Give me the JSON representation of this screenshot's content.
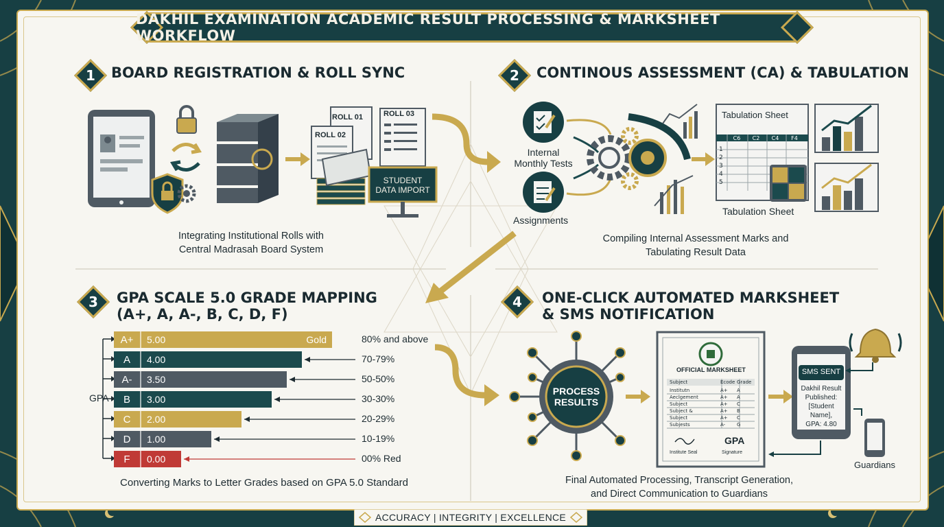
{
  "title": "DAKHIL EXAMINATION ACADEMIC RESULT PROCESSING & MARKSHEET WORKFLOW",
  "sections": [
    {
      "num": "1",
      "title": "BOARD REGISTRATION & ROLL SYNC",
      "caption_line1": "Integrating Institutional Rolls with",
      "caption_line2": "Central Madrasah Board System"
    },
    {
      "num": "2",
      "title": "CONTINOUS ASSESSMENT (CA) & TABULATION",
      "caption_line1": "Compiling Internal Assessment Marks and",
      "caption_line2": "Tabulating Result Data"
    },
    {
      "num": "3",
      "title_line1": "GPA SCALE 5.0 GRADE MAPPING",
      "title_line2": "(A+, A, A-, B, C, D, F)",
      "caption": "Converting Marks to Letter Grades based on GPA 5.0 Standard"
    },
    {
      "num": "4",
      "title_line1": "ONE-CLICK AUTOMATED MARKSHEET",
      "title_line2": "& SMS NOTIFICATION",
      "caption_line1": "Final Automated Processing, Transcript Generation,",
      "caption_line2": "and Direct Communication to Guardians"
    }
  ],
  "section1": {
    "roll_labels": [
      "ROLL 01",
      "ROLL 02",
      "ROLL 03"
    ],
    "import_sign_line1": "STUDENT",
    "import_sign_line2": "DATA IMPORT"
  },
  "section2": {
    "internal_line1": "Internal",
    "internal_line2": "Monthly Tests",
    "assignments": "Assignments",
    "tab_sheet_header": "Tabulation Sheet",
    "tab_sheet_caption": "Tabulation Sheet",
    "tab_cols": [
      "C6",
      "C2",
      "C4",
      "F4"
    ],
    "tab_rows": [
      "1",
      "2",
      "3",
      "4",
      "5"
    ]
  },
  "section3": {
    "gpa_label": "GPA",
    "gold_tag": "Gold",
    "grades": [
      {
        "letter": "A+",
        "gpa": "5.00",
        "range": "80% and above",
        "color": "#c9a94f",
        "fill": 1.0
      },
      {
        "letter": "A",
        "gpa": "4.00",
        "range": "70-79%",
        "color": "#1b4a4d",
        "fill": 0.8
      },
      {
        "letter": "A-",
        "gpa": "3.50",
        "range": "50-50%",
        "color": "#4f5a63",
        "fill": 0.7
      },
      {
        "letter": "B",
        "gpa": "3.00",
        "range": "30-30%",
        "color": "#1b4a4d",
        "fill": 0.6
      },
      {
        "letter": "C",
        "gpa": "2.00",
        "range": "20-29%",
        "color": "#c9a94f",
        "fill": 0.4
      },
      {
        "letter": "D",
        "gpa": "1.00",
        "range": "10-19%",
        "color": "#4f5a63",
        "fill": 0.2
      },
      {
        "letter": "F",
        "gpa": "0.00",
        "range": "00% Red",
        "color": "#c03a36",
        "fill": 0.0
      }
    ]
  },
  "section4": {
    "process_line1": "PROCESS",
    "process_line2": "RESULTS",
    "marksheet_title": "OFFICIAL MARKSHEET",
    "marksheet_head": [
      "Subject",
      "Ecode",
      "Grade"
    ],
    "marksheet_rows": [
      [
        "Institutn",
        "A+",
        "A"
      ],
      [
        "Aeclgement",
        "A+",
        "A"
      ],
      [
        "Subject",
        "A+",
        "C"
      ],
      [
        "Subject &",
        "A+",
        "B"
      ],
      [
        "Subject",
        "A+",
        "C"
      ],
      [
        "Subjests",
        "A-",
        "G"
      ]
    ],
    "sign_left": "Institute Seal",
    "gpa_stamp": "GPA",
    "sign_right": "Signature",
    "sms_sent": "SMS SENT",
    "sms_line1": "Dakhil Result",
    "sms_line2": "Published:",
    "sms_line3": "[Student Name],",
    "sms_line4": "GPA: 4.80",
    "guardians": "Guardians"
  },
  "footer": "ACCURACY | INTEGRITY | EXCELLENCE",
  "colors": {
    "teal": "#173f43",
    "gold": "#c9a94f",
    "red": "#c03a36",
    "slate": "#4f5a63"
  }
}
